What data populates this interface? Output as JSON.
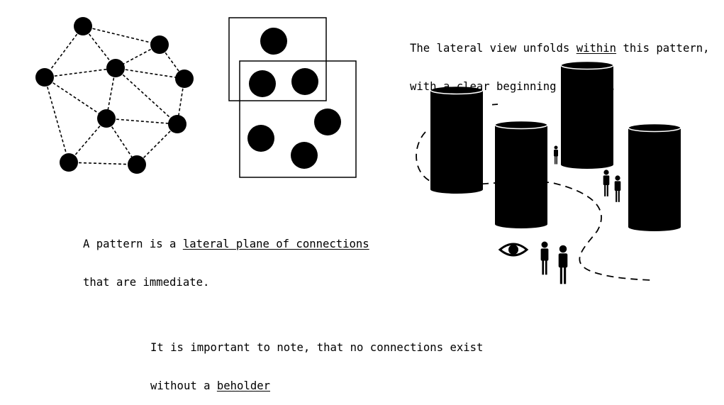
{
  "captions": {
    "pattern": {
      "prefix": "A pattern is a ",
      "link": "lateral plane of connections",
      "line2": "that are immediate."
    },
    "lateral_view": {
      "prefix": "The lateral view unfolds ",
      "link": "within",
      "suffix": " this pattern,",
      "line2": "with a clear beginning and end."
    },
    "note": {
      "line1": "It is important to note, that no connections exist",
      "prefix2": "without a ",
      "link": "beholder"
    }
  },
  "colors": {
    "ink": "#000000",
    "paper": "#ffffff"
  },
  "icons": [
    "eye-icon",
    "person-icon"
  ]
}
